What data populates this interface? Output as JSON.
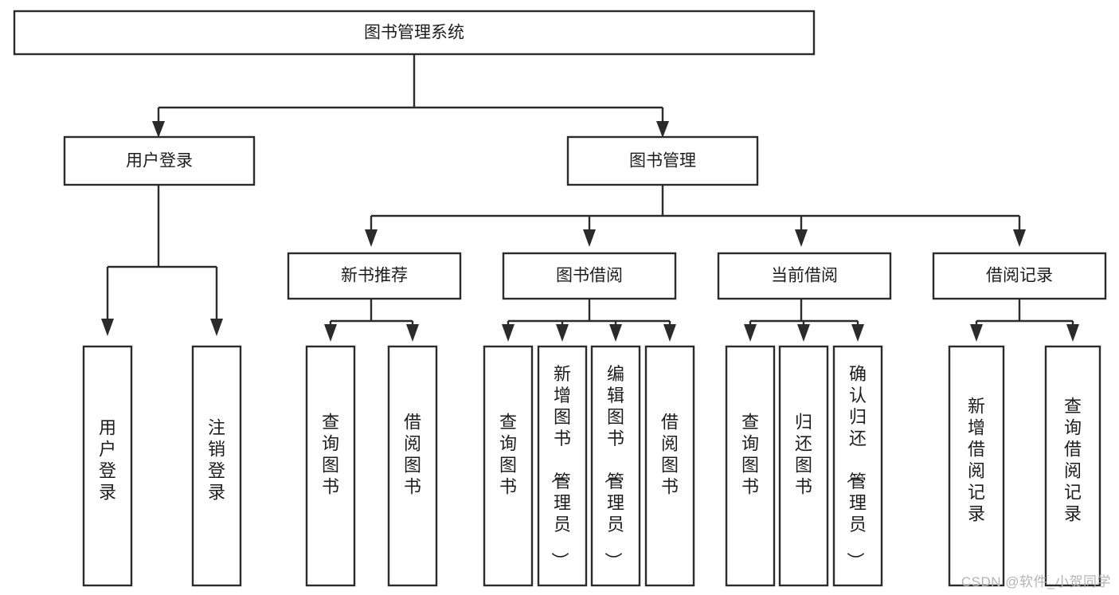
{
  "diagram": {
    "type": "hierarchy-tree",
    "title": "图书管理系统",
    "watermark": "CSDN @软件_小贺同学",
    "levels": {
      "root": {
        "label": "图书管理系统"
      },
      "level2": [
        {
          "id": "user-login",
          "label": "用户登录"
        },
        {
          "id": "book-manage",
          "label": "图书管理"
        }
      ],
      "level3": [
        {
          "id": "new-book-recommend",
          "label": "新书推荐"
        },
        {
          "id": "book-borrow",
          "label": "图书借阅"
        },
        {
          "id": "current-borrow",
          "label": "当前借阅"
        },
        {
          "id": "borrow-record",
          "label": "借阅记录"
        }
      ],
      "leaves": {
        "user-login": [
          {
            "id": "leaf-user-login",
            "label": "用户登录"
          },
          {
            "id": "leaf-logout-login",
            "label": "注销登录"
          }
        ],
        "new-book-recommend": [
          {
            "id": "leaf-query-book-1",
            "label": "查询图书"
          },
          {
            "id": "leaf-borrow-book-1",
            "label": "借阅图书"
          }
        ],
        "book-borrow": [
          {
            "id": "leaf-query-book-2",
            "label": "查询图书"
          },
          {
            "id": "leaf-add-book-admin",
            "label": "新增图书（管理员）"
          },
          {
            "id": "leaf-edit-book-admin",
            "label": "编辑图书（管理员）"
          },
          {
            "id": "leaf-borrow-book-2",
            "label": "借阅图书"
          }
        ],
        "current-borrow": [
          {
            "id": "leaf-query-book-3",
            "label": "查询图书"
          },
          {
            "id": "leaf-return-book",
            "label": "归还图书"
          },
          {
            "id": "leaf-confirm-return-admin",
            "label": "确认归还（管理员）"
          }
        ],
        "borrow-record": [
          {
            "id": "leaf-add-borrow-record",
            "label": "新增借阅记录"
          },
          {
            "id": "leaf-query-borrow-record",
            "label": "查询借阅记录"
          }
        ]
      }
    },
    "colors": {
      "box_stroke": "#2b2b2b",
      "box_fill": "#ffffff",
      "text": "#1d1d1d",
      "background": "#ffffff",
      "watermark": "#b4b4b4"
    }
  }
}
